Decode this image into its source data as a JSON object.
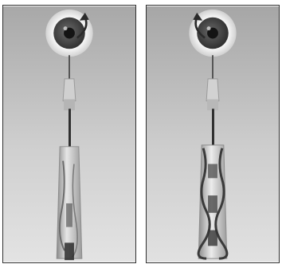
{
  "figure": {
    "panels": [
      {
        "id": "left",
        "rotation_arrow": "clockwise"
      },
      {
        "id": "right",
        "rotation_arrow": "counterclockwise"
      }
    ],
    "colors": {
      "background_top": "#a9a9a9",
      "background_bottom": "#e2e2e2",
      "iris": "#525252",
      "pupil": "#151515",
      "frame": "#2f2f2f"
    }
  }
}
